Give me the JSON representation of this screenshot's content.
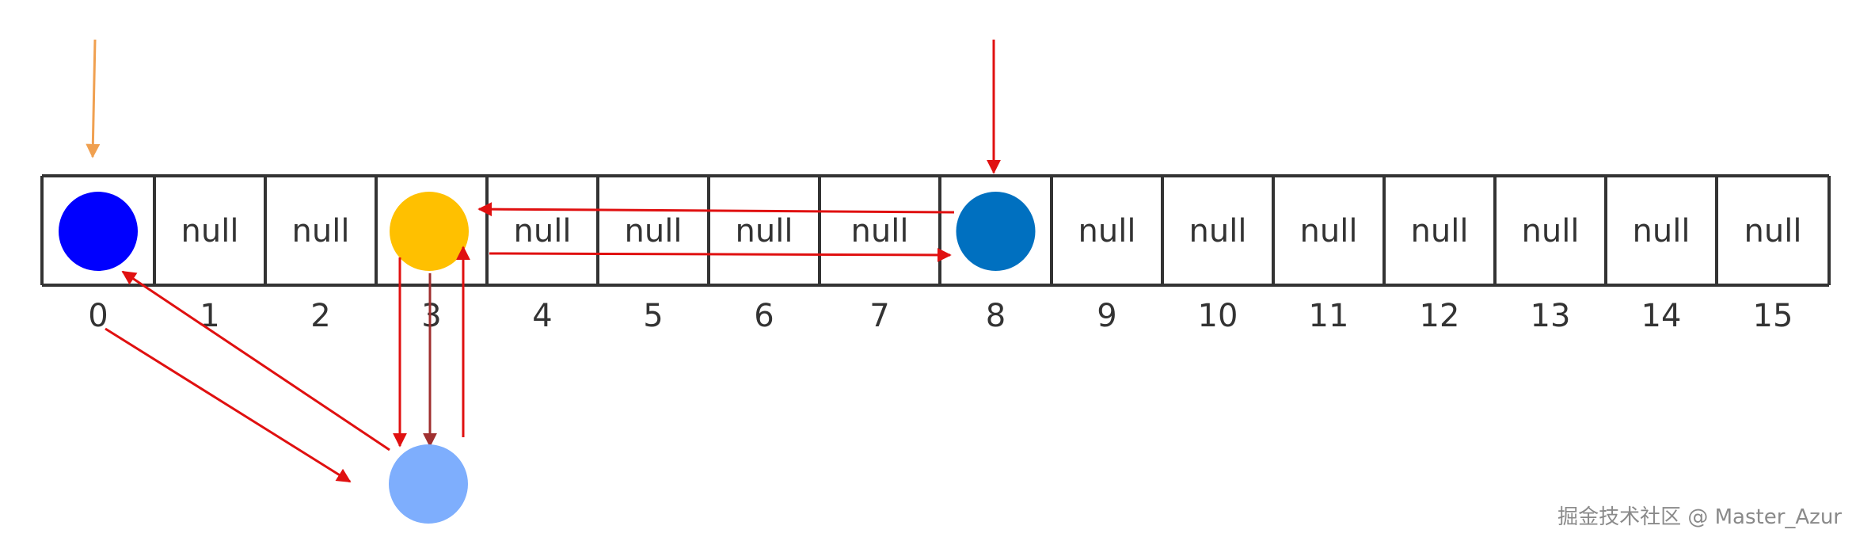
{
  "diagram": {
    "slots": [
      {
        "index": "0",
        "content": "node",
        "node_color": "#0000ff"
      },
      {
        "index": "1",
        "content": "null"
      },
      {
        "index": "2",
        "content": "null"
      },
      {
        "index": "3",
        "content": "node",
        "node_color": "#ffc000"
      },
      {
        "index": "4",
        "content": "null"
      },
      {
        "index": "5",
        "content": "null"
      },
      {
        "index": "6",
        "content": "null"
      },
      {
        "index": "7",
        "content": "null"
      },
      {
        "index": "8",
        "content": "node",
        "node_color": "#0070c0"
      },
      {
        "index": "9",
        "content": "null"
      },
      {
        "index": "10",
        "content": "null"
      },
      {
        "index": "11",
        "content": "null"
      },
      {
        "index": "12",
        "content": "null"
      },
      {
        "index": "13",
        "content": "null"
      },
      {
        "index": "14",
        "content": "null"
      },
      {
        "index": "15",
        "content": "null"
      }
    ],
    "below_node_color": "#7eaefd",
    "colors": {
      "pointer_orange": "#f0a050",
      "arrow_red": "#e01010",
      "arrow_dark": "#a03030",
      "grid": "#333333",
      "text": "#333333"
    }
  },
  "watermark": "掘金技术社区 @ Master_Azur"
}
